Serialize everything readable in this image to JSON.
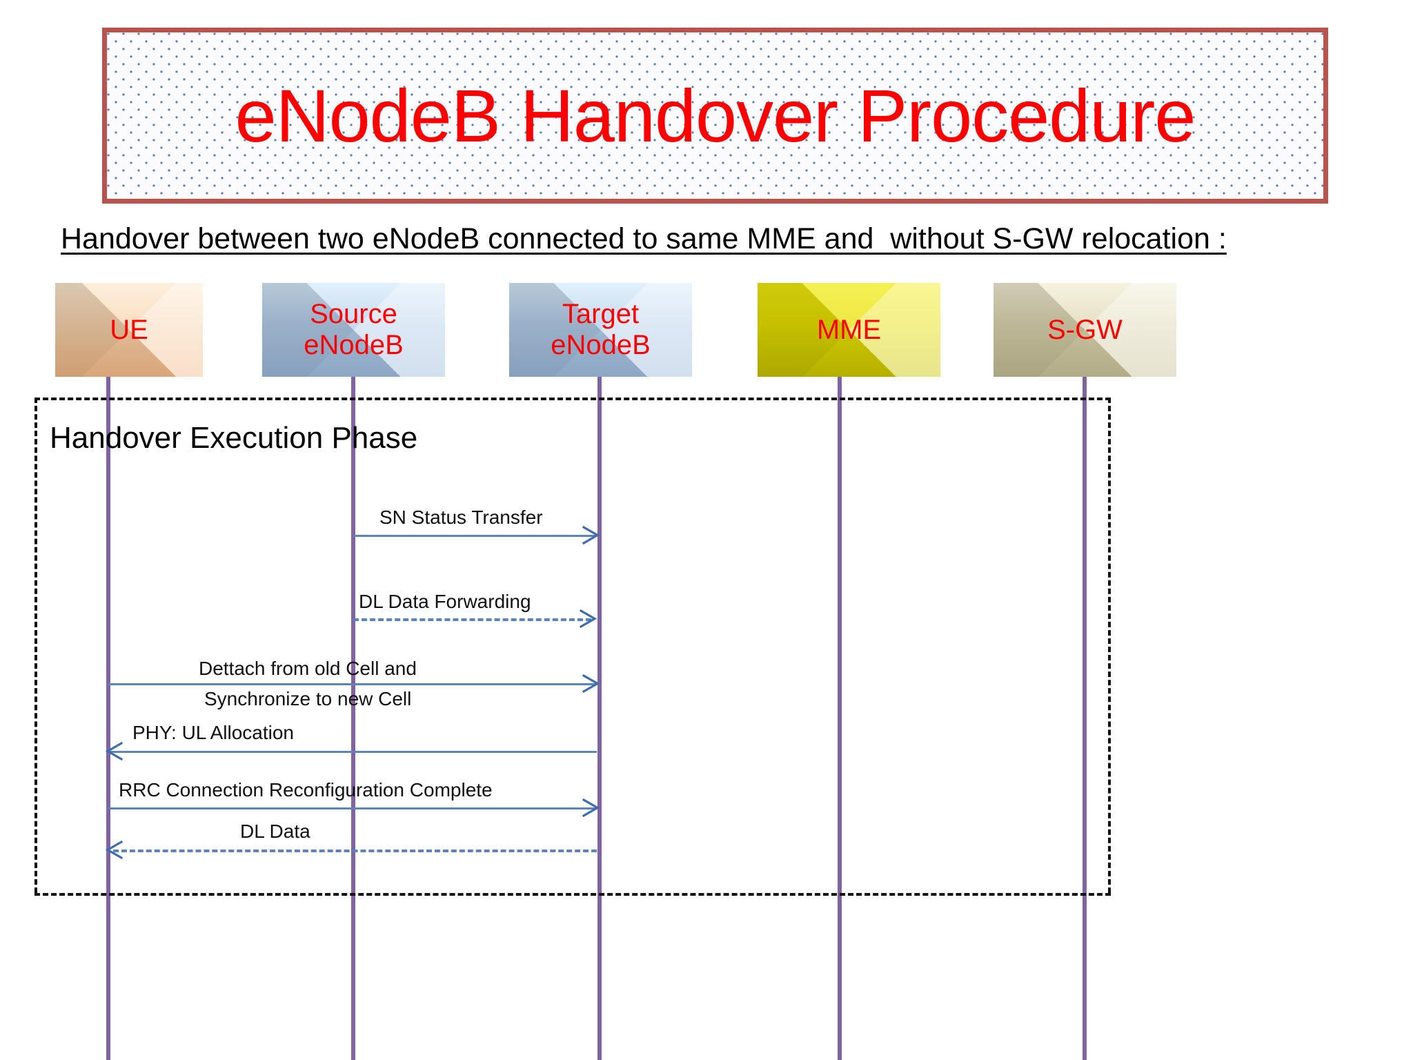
{
  "title": {
    "text": "eNodeB Handover Procedure",
    "color": "#FF0000",
    "border_color": "#B9534C",
    "pattern_dot_color": "#5B7FB0"
  },
  "subtitle": {
    "text": "Handover between two eNodeB connected to same MME and  without S-GW relocation :"
  },
  "diagram": {
    "type": "sequence-diagram",
    "lifeline_color": "#8064A2",
    "message_color": "#5B84BE",
    "participants": [
      {
        "id": "ue",
        "label": "UE",
        "fill": "#F7C9A0",
        "text_color": "#FF0000"
      },
      {
        "id": "src_enb",
        "label": "Source\neNodeB",
        "fill": "#A8C4E4",
        "text_color": "#FF0000"
      },
      {
        "id": "tgt_enb",
        "label": "Target\neNodeB",
        "fill": "#A8C4E4",
        "text_color": "#FF0000"
      },
      {
        "id": "mme",
        "label": "MME",
        "fill": "#E8E200",
        "text_color": "#FF0000"
      },
      {
        "id": "sgw",
        "label": "S-GW",
        "fill": "#CFC8A3",
        "text_color": "#FF0000"
      }
    ],
    "frames": [
      {
        "id": "exec_phase",
        "label": "Handover Execution Phase",
        "style": "dash-dot"
      }
    ],
    "messages": [
      {
        "id": "m1",
        "label": "SN Status Transfer",
        "from": "src_enb",
        "to": "tgt_enb",
        "style": "solid",
        "direction": "right"
      },
      {
        "id": "m2",
        "label": "DL Data Forwarding",
        "from": "src_enb",
        "to": "tgt_enb",
        "style": "dashed",
        "direction": "right"
      },
      {
        "id": "m3",
        "label": "Dettach  from old Cell and",
        "label2": "Synchronize to  new Cell",
        "from": "ue",
        "to": "tgt_enb",
        "style": "solid",
        "direction": "right"
      },
      {
        "id": "m4",
        "label": "PHY: UL Allocation",
        "from": "tgt_enb",
        "to": "ue",
        "style": "solid",
        "direction": "left"
      },
      {
        "id": "m5",
        "label": "RRC Connection Reconfiguration Complete",
        "from": "ue",
        "to": "tgt_enb",
        "style": "solid",
        "direction": "right"
      },
      {
        "id": "m6",
        "label": "DL Data",
        "from": "tgt_enb",
        "to": "ue",
        "style": "dashed",
        "direction": "left"
      }
    ]
  }
}
